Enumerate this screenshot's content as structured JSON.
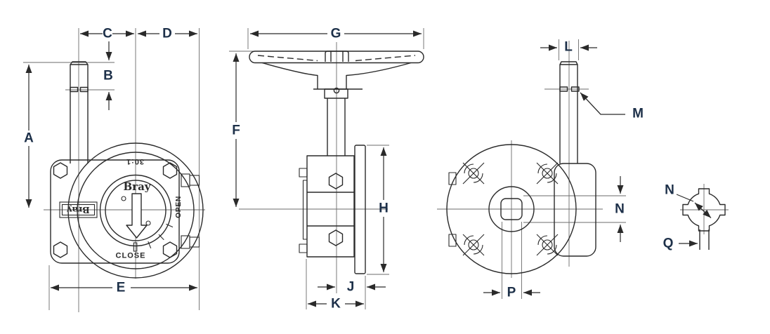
{
  "colors": {
    "background": "#ffffff",
    "line": "#2a2a2a",
    "centerline": "#6b6b6b",
    "dim_label": "#1d3049"
  },
  "dimension_labels": {
    "A": "A",
    "B": "B",
    "C": "C",
    "D": "D",
    "E": "E",
    "F": "F",
    "G": "G",
    "H": "H",
    "J": "J",
    "K": "K",
    "L": "L",
    "M": "M",
    "N": "N",
    "P": "P",
    "Q": "Q"
  },
  "markings": {
    "gear_ratio": "30:1",
    "brand": "Bray",
    "side_brand": "Bray",
    "open_label": "OPEN",
    "close_label": "CLOSE"
  }
}
